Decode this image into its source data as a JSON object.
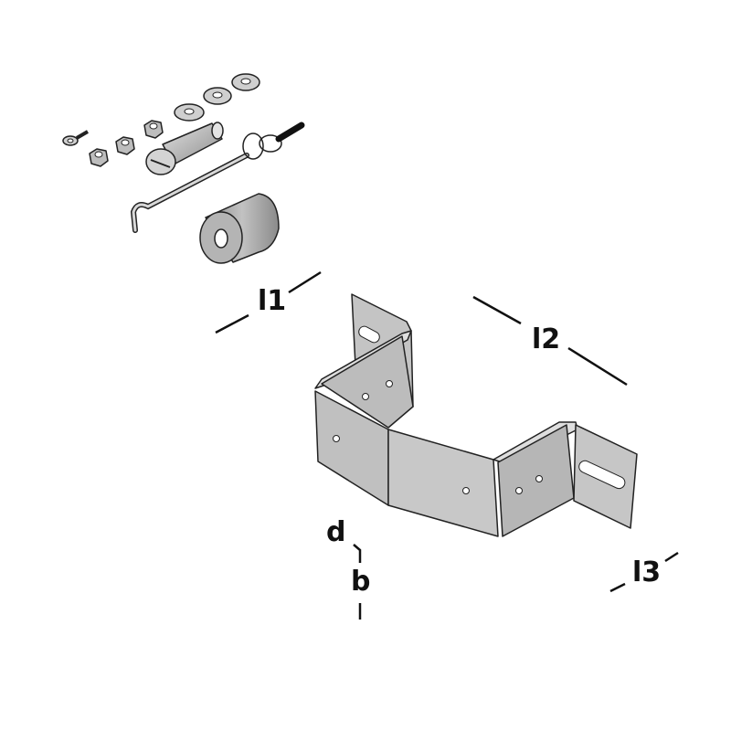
{
  "dimension_labels": {
    "l1": "l1",
    "l2": "l2",
    "l3": "l3",
    "d": "d",
    "b": "b"
  },
  "parts": [
    "eye-screw",
    "hex-nut",
    "hex-nut",
    "hex-nut",
    "washer",
    "washer",
    "washer",
    "slotted-pin",
    "hook-rod",
    "eye-hook",
    "rubber-roller",
    "z-bracket"
  ],
  "colors": {
    "metal": "#c8c8c8",
    "metal_dark": "#9a9a9a",
    "rubber": "#a0a0a0",
    "line": "#111111"
  }
}
